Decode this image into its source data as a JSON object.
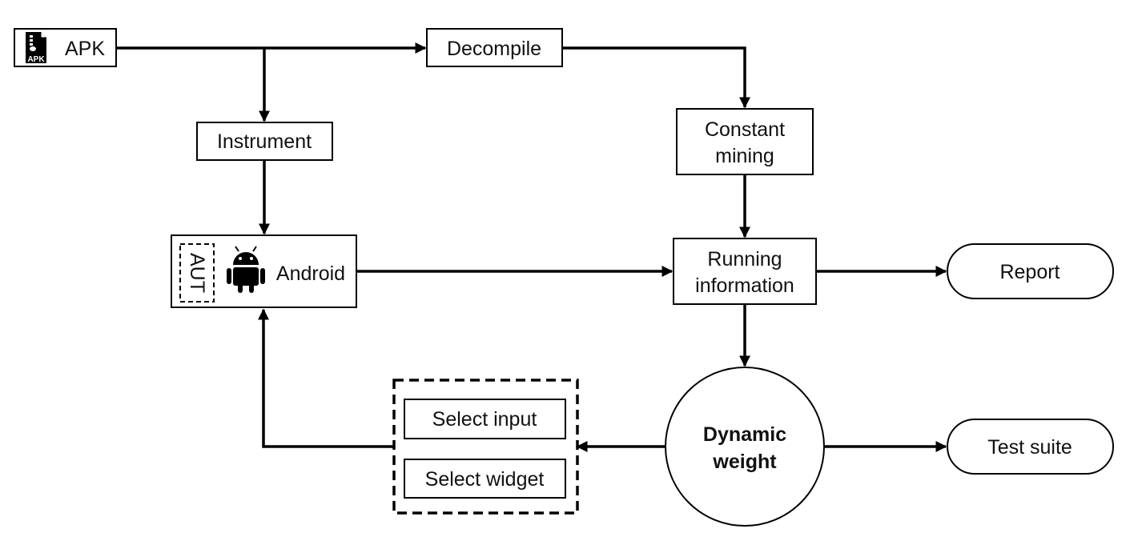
{
  "nodes": {
    "apk": {
      "label": "APK",
      "icon": "apk-file-icon",
      "icon_label": "APK"
    },
    "decompile": {
      "label": "Decompile"
    },
    "instrument": {
      "label": "Instrument"
    },
    "constant_mining": {
      "line1": "Constant",
      "line2": "mining"
    },
    "android": {
      "label": "Android",
      "icon": "android-robot-icon",
      "aut_label": "AUT"
    },
    "running_information": {
      "line1": "Running",
      "line2": "information"
    },
    "report": {
      "label": "Report"
    },
    "select_input": {
      "label": "Select input"
    },
    "select_widget": {
      "label": "Select widget"
    },
    "dynamic_weight": {
      "line1": "Dynamic",
      "line2": "weight"
    },
    "test_suite": {
      "label": "Test suite"
    }
  },
  "edges": [
    {
      "from": "APK",
      "to": "Decompile"
    },
    {
      "from": "APK",
      "to": "Instrument"
    },
    {
      "from": "Decompile",
      "to": "Constant mining"
    },
    {
      "from": "Instrument",
      "to": "Android"
    },
    {
      "from": "Constant mining",
      "to": "Running information"
    },
    {
      "from": "Android",
      "to": "Running information"
    },
    {
      "from": "Running information",
      "to": "Report"
    },
    {
      "from": "Running information",
      "to": "Dynamic weight"
    },
    {
      "from": "Dynamic weight",
      "to": "Test suite"
    },
    {
      "from": "Dynamic weight",
      "to": "Select input / Select widget"
    },
    {
      "from": "Select input / Select widget",
      "to": "Android"
    }
  ],
  "colors": {
    "stroke": "#000000",
    "text": "#111111",
    "background": "#ffffff"
  }
}
